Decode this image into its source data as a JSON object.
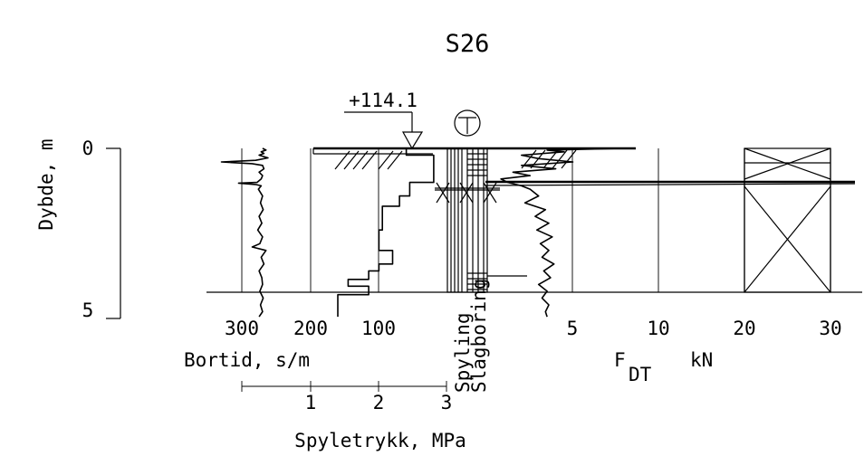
{
  "chart_data": {
    "type": "line",
    "title": "S26",
    "depth_axis": {
      "label": "Dybde, m",
      "ticks": [
        0,
        5
      ],
      "range": [
        0,
        5
      ]
    },
    "surface_elevation": "+114.1",
    "probe_symbol": "T",
    "column_labels": [
      "Spyling",
      "Slagboring"
    ],
    "bortid": {
      "label": "Bortid, s/m",
      "ticks": [
        300,
        200,
        100
      ],
      "series": {
        "name": "Bortid",
        "depth": [
          0.0,
          0.05,
          0.1,
          0.15,
          0.2,
          0.28,
          0.35,
          0.4,
          0.45,
          0.5,
          0.6,
          0.7,
          0.8,
          0.9,
          1.0,
          1.02,
          1.06,
          1.1,
          1.2,
          1.4,
          1.6,
          1.8,
          2.0,
          2.2,
          2.4,
          2.6,
          2.8,
          2.9,
          3.0,
          3.2,
          3.4,
          3.6,
          3.8,
          4.0,
          4.2,
          4.4,
          4.6,
          4.8,
          4.95
        ],
        "values": [
          270,
          265,
          272,
          268,
          275,
          262,
          280,
          330,
          285,
          270,
          268,
          275,
          270,
          272,
          278,
          305,
          280,
          272,
          276,
          270,
          273,
          269,
          275,
          271,
          277,
          270,
          274,
          285,
          265,
          272,
          268,
          275,
          271,
          270,
          274,
          269,
          273,
          270,
          275
        ]
      },
      "profile": {
        "name": "Bortid profile",
        "depth": [
          0.0,
          0.2,
          0.2,
          1.0,
          1.0,
          1.4,
          1.4,
          1.7,
          1.7,
          2.4,
          2.4,
          3.0,
          3.0,
          3.4,
          3.4,
          3.6,
          3.6,
          3.85,
          3.85,
          4.05,
          4.05,
          4.3,
          4.3,
          4.95
        ],
        "values": [
          60,
          60,
          20,
          20,
          55,
          55,
          70,
          70,
          95,
          95,
          100,
          100,
          80,
          80,
          100,
          100,
          115,
          115,
          145,
          145,
          115,
          115,
          160,
          160
        ]
      }
    },
    "spyletrykk": {
      "label": "Spyletrykk, MPa",
      "ticks": [
        1,
        2,
        3
      ],
      "range": [
        0,
        3
      ]
    },
    "force": {
      "label": "F",
      "label_sub": "DT",
      "unit": "kN",
      "ticks": [
        5,
        10,
        20,
        30
      ],
      "series": {
        "name": "FDT",
        "depth": [
          0.0,
          0.05,
          0.1,
          0.2,
          0.3,
          0.4,
          0.5,
          0.6,
          0.7,
          0.8,
          0.9,
          1.0,
          1.1,
          1.2,
          1.4,
          1.6,
          1.8,
          2.0,
          2.2,
          2.4,
          2.6,
          2.8,
          3.0,
          3.2,
          3.4,
          3.6,
          3.8,
          4.0,
          4.2,
          4.4,
          4.6,
          4.8,
          4.95
        ],
        "values": [
          8.0,
          3.5,
          4.5,
          2.0,
          3.0,
          5.0,
          2.0,
          4.0,
          1.5,
          2.5,
          0.8,
          1.2,
          2.0,
          2.5,
          3.0,
          2.2,
          3.4,
          2.8,
          3.6,
          2.9,
          3.8,
          3.1,
          3.6,
          3.2,
          3.9,
          3.3,
          3.7,
          3.0,
          3.5,
          3.2,
          3.6,
          3.4,
          3.5
        ]
      }
    }
  }
}
